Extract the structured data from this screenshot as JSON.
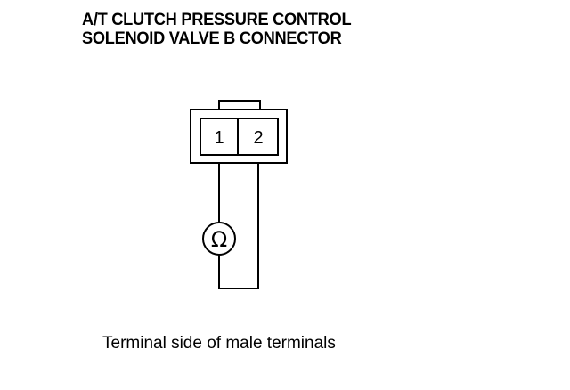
{
  "title": {
    "line1": "A/T CLUTCH PRESSURE CONTROL",
    "line2": "SOLENOID VALVE B CONNECTOR"
  },
  "connector": {
    "terminals": [
      {
        "label": "1"
      },
      {
        "label": "2"
      }
    ]
  },
  "meter": {
    "symbol": "Ω",
    "icon": "ohmmeter-icon"
  },
  "caption": "Terminal side of male terminals",
  "colors": {
    "ink": "#000000",
    "background": "#ffffff"
  }
}
